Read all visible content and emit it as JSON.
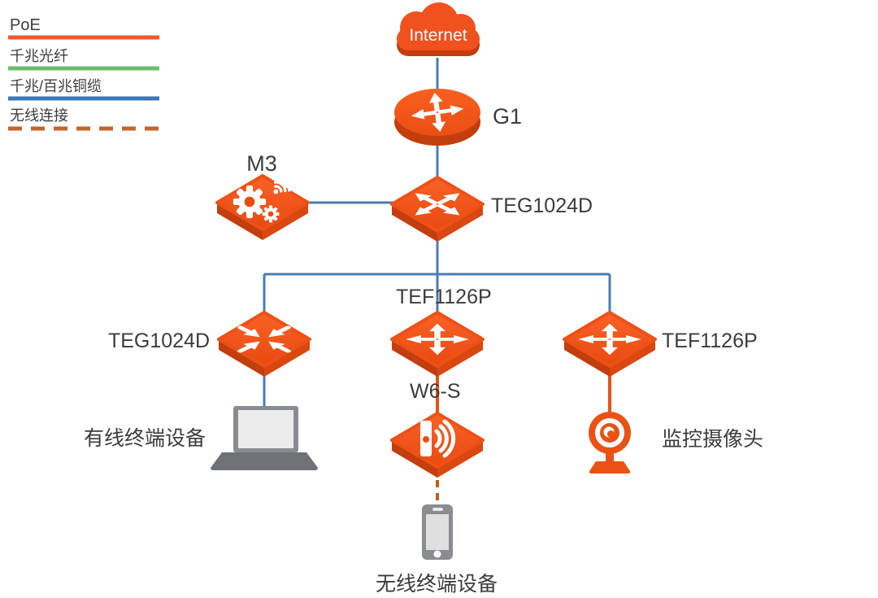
{
  "legend": {
    "items": [
      {
        "label": "PoE",
        "color": "#F0592B",
        "style": "solid"
      },
      {
        "label": "千兆光纤",
        "color": "#6CBE6C",
        "style": "solid"
      },
      {
        "label": "千兆/百兆铜缆",
        "color": "#3C77B5",
        "style": "solid"
      },
      {
        "label": "无线连接",
        "color": "#C2662E",
        "style": "dashed"
      }
    ]
  },
  "colors": {
    "copper_line": "#4A7CB5",
    "poe_line": "#EA5215",
    "wireless_line": "#BC5E22",
    "device_orange": "#F0511E",
    "device_orange_dark": "#C33E0D",
    "text": "#3C3C3C"
  },
  "nodes": {
    "internet": {
      "label": "Internet",
      "type": "cloud"
    },
    "router": {
      "label": "G1",
      "type": "router"
    },
    "controller": {
      "label": "M3",
      "type": "wireless-controller"
    },
    "core_switch": {
      "label": "TEG1024D",
      "type": "switch"
    },
    "left_switch": {
      "label": "TEG1024D",
      "type": "switch"
    },
    "mid_switch": {
      "label": "TEF1126P",
      "type": "poe-switch"
    },
    "right_switch": {
      "label": "TEF1126P",
      "type": "poe-switch"
    },
    "ap": {
      "label": "W6-S",
      "type": "access-point"
    },
    "laptop": {
      "label": "有线终端设备",
      "type": "wired-terminal"
    },
    "phone": {
      "label": "无线终端设备",
      "type": "wireless-terminal"
    },
    "camera": {
      "label": "监控摄像头",
      "type": "ip-camera"
    }
  }
}
